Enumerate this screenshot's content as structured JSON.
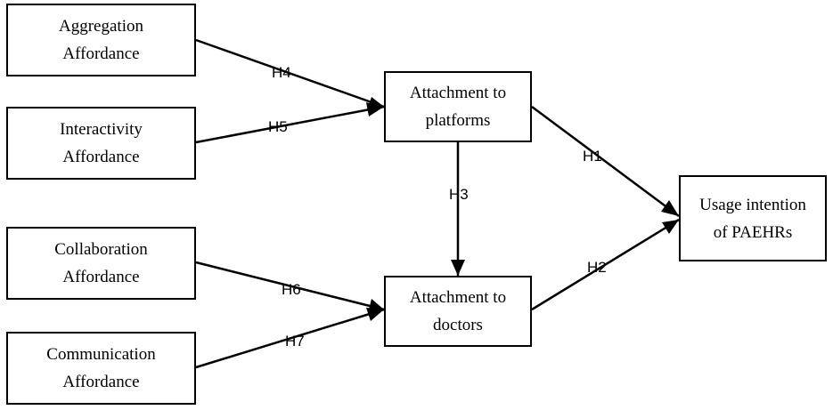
{
  "diagram": {
    "nodes": [
      {
        "id": "aggregation",
        "label": "Aggregation\nAffordance"
      },
      {
        "id": "interactivity",
        "label": "Interactivity\nAffordance"
      },
      {
        "id": "collaboration",
        "label": "Collaboration\nAffordance"
      },
      {
        "id": "communication",
        "label": "Communication\nAffordance"
      },
      {
        "id": "platforms",
        "label": "Attachment to\nplatforms"
      },
      {
        "id": "doctors",
        "label": "Attachment to\ndoctors"
      },
      {
        "id": "usage",
        "label": "Usage intention\nof PAEHRs"
      }
    ],
    "edges": [
      {
        "from": "aggregation",
        "to": "platforms",
        "label": "H4"
      },
      {
        "from": "interactivity",
        "to": "platforms",
        "label": "H5"
      },
      {
        "from": "platforms",
        "to": "doctors",
        "label": "H3"
      },
      {
        "from": "platforms",
        "to": "usage",
        "label": "H1"
      },
      {
        "from": "doctors",
        "to": "usage",
        "label": "H2"
      },
      {
        "from": "collaboration",
        "to": "doctors",
        "label": "H6"
      },
      {
        "from": "communication",
        "to": "doctors",
        "label": "H7"
      }
    ]
  }
}
